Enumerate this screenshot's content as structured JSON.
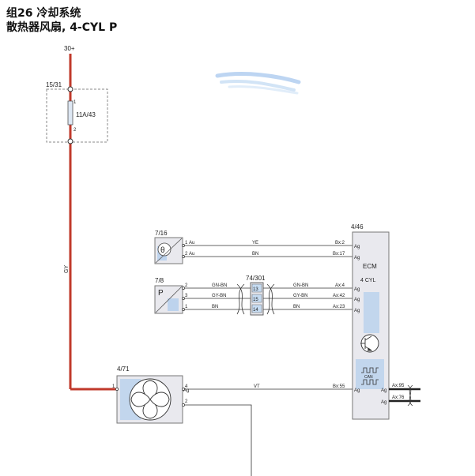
{
  "title": {
    "line1": "组26 冷却系统",
    "line2": "散热器风扇, 4-CYL P"
  },
  "supply": {
    "label": "30+"
  },
  "fuse": {
    "ref": "15/31",
    "rating": "11A/43",
    "pin1": "1",
    "pin2": "2"
  },
  "main_wire": {
    "color_code": "GY",
    "color": "#c0392b"
  },
  "sensor_temp": {
    "ref": "7/16",
    "symbol": "θ",
    "pin1": "1",
    "pin2": "2",
    "pin1_type": "Au",
    "pin2_type": "Au"
  },
  "sensor_pressure": {
    "ref": "7/8",
    "symbol": "P",
    "pin_a": "2",
    "pin_b": "3",
    "pin_c": "1"
  },
  "connector": {
    "ref": "74/301",
    "pins": [
      "13",
      "15",
      "14"
    ]
  },
  "ecm": {
    "ref": "4/46",
    "name": "ECM",
    "variant": "4 CYL",
    "can_label": "CAN",
    "pins": {
      "bx2": "Bx:2",
      "bx17": "Bx:17",
      "ax4": "Ax:4",
      "ax42": "Ax:42",
      "ax23": "Ax:23",
      "bx55": "Bx:55",
      "ax95": "Ax:95",
      "ax76": "Ax:76"
    },
    "pin_type": "Ag"
  },
  "fan": {
    "ref": "4/71",
    "pin_in": "1",
    "pin_out1": "4",
    "pin_out2": "2",
    "pin_type": "Ag"
  },
  "wires": {
    "ye": "YE",
    "bn": "BN",
    "gn_bn": "GN-BN",
    "gy_bn": "GY-BN",
    "bn2": "BN",
    "vt": "VT"
  },
  "colors": {
    "box_fill": "#e9e9ee",
    "box_stroke": "#777777",
    "accent_blue": "#a9c9ec",
    "wire": "#333333",
    "power_wire": "#c0392b"
  }
}
